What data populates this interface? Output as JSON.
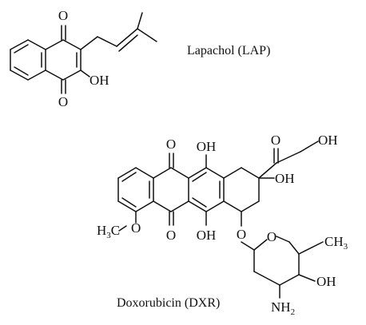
{
  "molecules": [
    {
      "id": "lapachol",
      "caption": "Lapachol (LAP)",
      "atoms": {
        "o_top": "O",
        "o_bottom": "O",
        "oh": "OH"
      }
    },
    {
      "id": "doxorubicin",
      "caption": "Doxorubicin (DXR)",
      "atoms": {
        "o_quinone_top": "O",
        "o_quinone_bottom": "O",
        "oh_top": "OH",
        "oh_bottom": "OH",
        "o_ketone": "O",
        "oh_chain": "OH",
        "oh_ring": "OH",
        "methoxy_prefix": "H",
        "methoxy_sub": "3",
        "methoxy_suffix": "C",
        "o_methoxy": "O",
        "o_glycoside": "O",
        "o_sugar_ring": "O",
        "methyl": "CH",
        "methyl_sub": "3",
        "oh_sugar": "OH",
        "amine": "NH",
        "amine_sub": "2"
      }
    }
  ]
}
